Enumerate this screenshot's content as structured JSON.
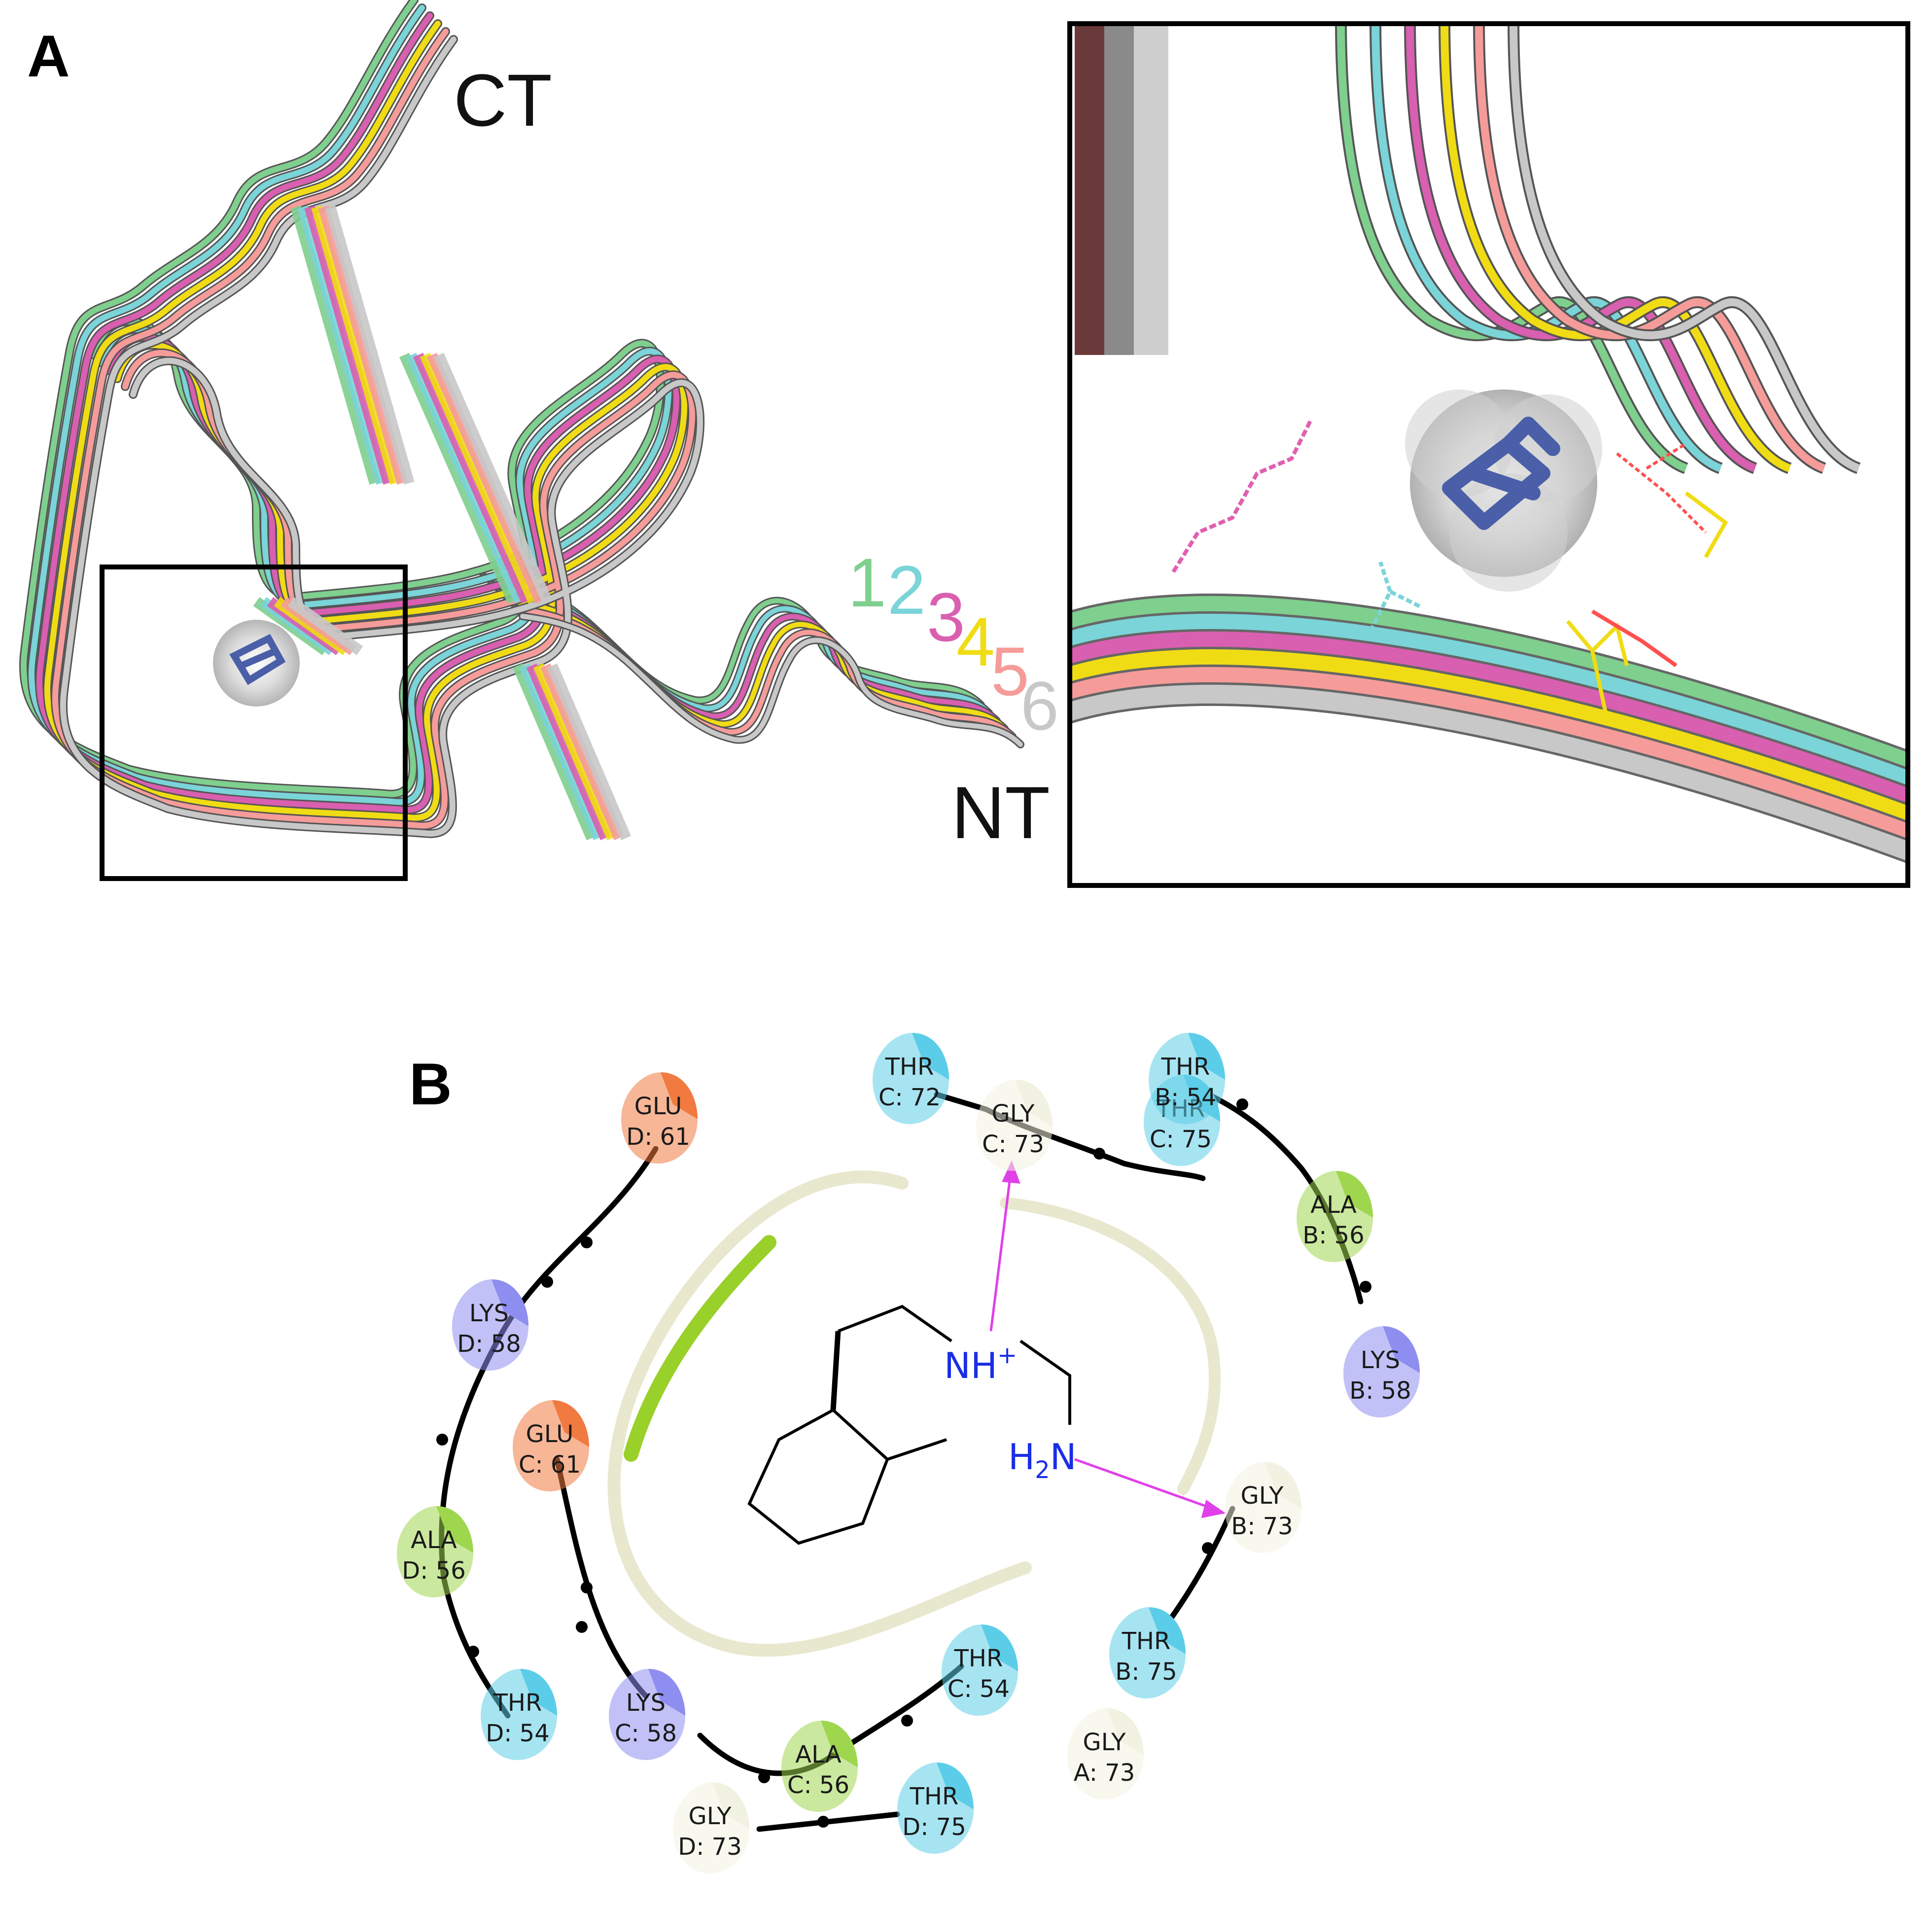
{
  "panel_a": {
    "letter": "A",
    "ct_label": "CT",
    "nt_label": "NT",
    "chains": [
      {
        "number": "1",
        "color": "#7fcf8e"
      },
      {
        "number": "2",
        "color": "#7ad4d8"
      },
      {
        "number": "3",
        "color": "#d95fb0"
      },
      {
        "number": "4",
        "color": "#f0dc14"
      },
      {
        "number": "5",
        "color": "#f59c9a"
      },
      {
        "number": "6",
        "color": "#c8c8c8"
      }
    ],
    "ligand_color": "#4a5fa8"
  },
  "panel_b": {
    "letter": "B",
    "ligand_atoms": {
      "nh": "NH",
      "nh_charge": "+",
      "h2n_h": "H",
      "h2n_sub": "2",
      "h2n_n": "N"
    },
    "residues": [
      {
        "name": "GLU",
        "id": "D: 61",
        "kind": "negative"
      },
      {
        "name": "LYS",
        "id": "D: 58",
        "kind": "positive"
      },
      {
        "name": "ALA",
        "id": "D: 56",
        "kind": "hydrophobic"
      },
      {
        "name": "THR",
        "id": "D: 54",
        "kind": "polar"
      },
      {
        "name": "GLU",
        "id": "C: 61",
        "kind": "negative"
      },
      {
        "name": "LYS",
        "id": "C: 58",
        "kind": "positive"
      },
      {
        "name": "ALA",
        "id": "C: 56",
        "kind": "hydrophobic"
      },
      {
        "name": "THR",
        "id": "C: 54",
        "kind": "polar"
      },
      {
        "name": "GLY",
        "id": "D: 73",
        "kind": "glycine"
      },
      {
        "name": "THR",
        "id": "D: 75",
        "kind": "polar"
      },
      {
        "name": "THR",
        "id": "C: 72",
        "kind": "polar"
      },
      {
        "name": "GLY",
        "id": "C: 73",
        "kind": "glycine"
      },
      {
        "name": "THR",
        "id": "C: 75",
        "kind": "polar"
      },
      {
        "name": "THR",
        "id": "B: 54",
        "kind": "polar"
      },
      {
        "name": "ALA",
        "id": "B: 56",
        "kind": "hydrophobic"
      },
      {
        "name": "LYS",
        "id": "B: 58",
        "kind": "positive"
      },
      {
        "name": "GLY",
        "id": "B: 73",
        "kind": "glycine"
      },
      {
        "name": "THR",
        "id": "B: 75",
        "kind": "polar"
      },
      {
        "name": "GLY",
        "id": "A: 73",
        "kind": "glycine"
      }
    ],
    "kind_colors": {
      "negative": "#f07a40",
      "positive": "#8e8ef0",
      "hydrophobic": "#9ed64e",
      "polar": "#5ccde8",
      "glycine": "#f2f2e2"
    },
    "hbond_color": "#e040e8"
  }
}
